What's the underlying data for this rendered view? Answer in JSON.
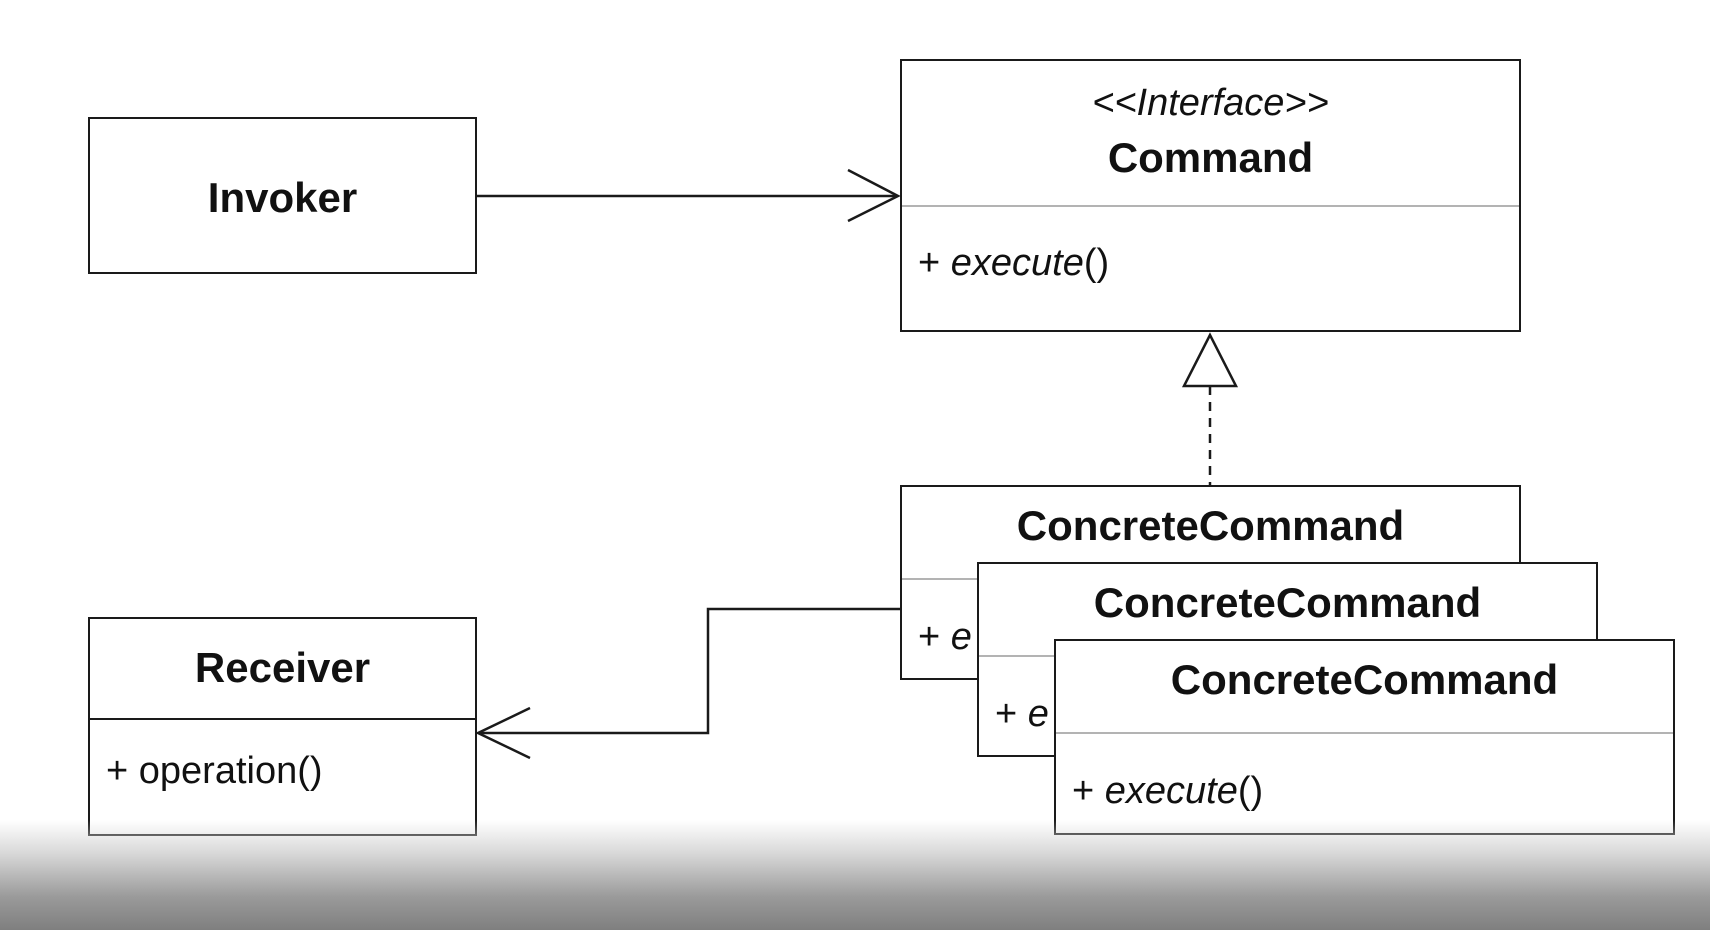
{
  "diagram": {
    "invoker": {
      "name": "Invoker"
    },
    "command": {
      "stereotype": "<<Interface>>",
      "name": "Command",
      "method_visibility": "+",
      "method_name": "execute",
      "method_parens": "()"
    },
    "receiver": {
      "name": "Receiver",
      "method_visibility": "+",
      "method_name": "operation",
      "method_parens": "()"
    },
    "concrete_commands": [
      {
        "name": "ConcreteCommand",
        "method_visibility": "+",
        "method_partial": "e"
      },
      {
        "name": "ConcreteCommand",
        "method_visibility": "+",
        "method_partial": "e"
      },
      {
        "name": "ConcreteCommand",
        "method_visibility": "+",
        "method_name": "execute",
        "method_parens": "()"
      }
    ],
    "relations": [
      {
        "from": "Invoker",
        "to": "Command",
        "kind": "association"
      },
      {
        "from": "ConcreteCommand",
        "to": "Command",
        "kind": "realization"
      },
      {
        "from": "ConcreteCommand",
        "to": "Receiver",
        "kind": "association"
      }
    ],
    "colors": {
      "line": "#1a1a1a",
      "divider": "#b3b3b3",
      "background": "#ffffff"
    }
  }
}
